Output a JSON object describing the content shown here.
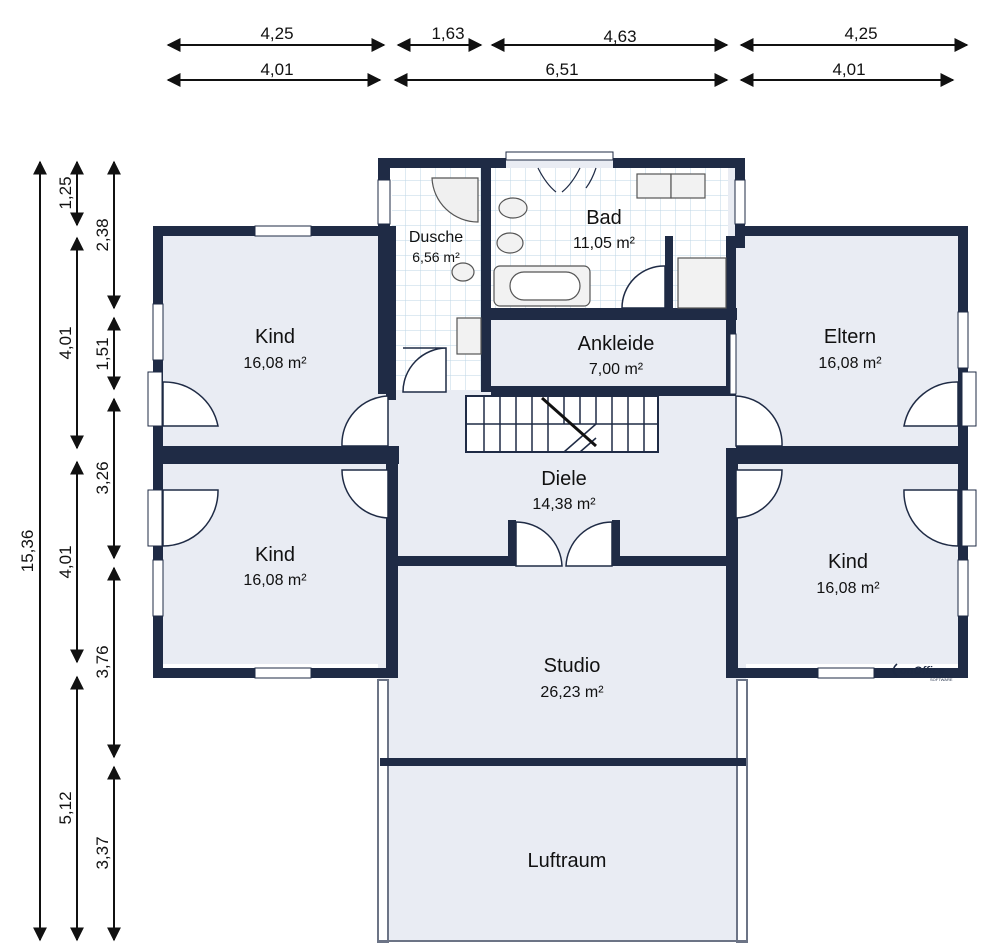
{
  "dimensions": {
    "top_row1": [
      "4,25",
      "1,63",
      "4,63",
      "4,25"
    ],
    "top_row2": [
      "4,01",
      "6,51",
      "4,01"
    ],
    "left_total": "15,36",
    "left_col2": [
      "1,25",
      "4,01",
      "4,01",
      "5,12"
    ],
    "left_col3": [
      "2,38",
      "1,51",
      "3,26",
      "3,76",
      "3,37"
    ]
  },
  "rooms": {
    "kind_top_left": {
      "name": "Kind",
      "area": "16,08 m²"
    },
    "dusche": {
      "name": "Dusche",
      "area": "6,56 m²"
    },
    "bad": {
      "name": "Bad",
      "area": "11,05 m²"
    },
    "ankleide": {
      "name": "Ankleide",
      "area": "7,00 m²"
    },
    "eltern": {
      "name": "Eltern",
      "area": "16,08 m²"
    },
    "diele": {
      "name": "Diele",
      "area": "14,38 m²"
    },
    "kind_bottom_left": {
      "name": "Kind",
      "area": "16,08 m²"
    },
    "kind_right": {
      "name": "Kind",
      "area": "16,08 m²"
    },
    "studio": {
      "name": "Studio",
      "area": "26,23 m²"
    },
    "luftraum": {
      "name": "Luftraum"
    }
  },
  "logo": {
    "text": "onOffice",
    "sub": "SOFTWARE"
  },
  "colors": {
    "wall": "#1f2b45",
    "floor": "#e9ecf3",
    "tile_bg": "#ffffff",
    "tile_line": "#bcd6e6",
    "window": "#ffffff"
  }
}
